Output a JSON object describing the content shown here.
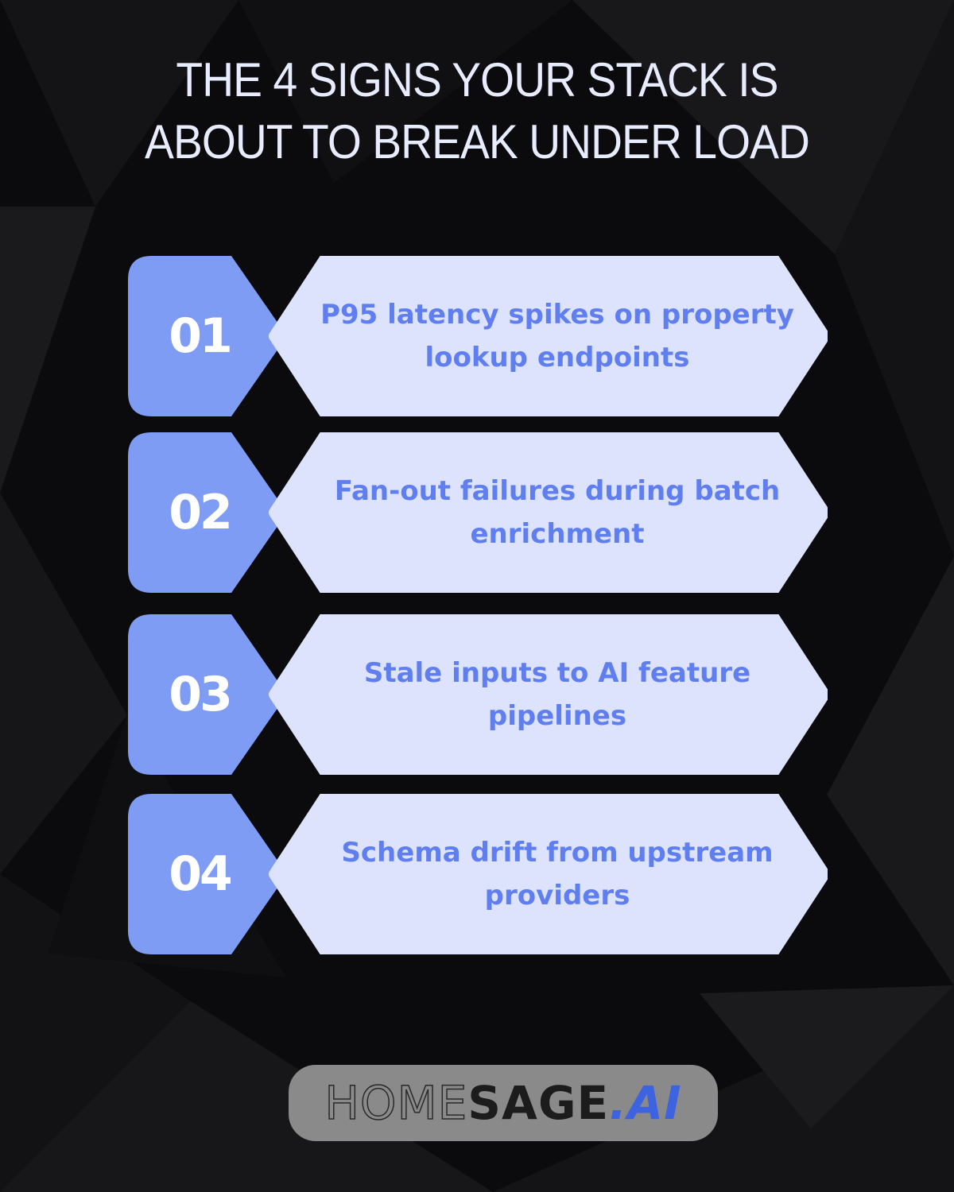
{
  "title": {
    "line1": "THE 4 SIGNS YOUR STACK IS",
    "line2": "ABOUT TO BREAK UNDER LOAD"
  },
  "items": [
    {
      "number": "01",
      "text": "P95 latency spikes on property lookup endpoints"
    },
    {
      "number": "02",
      "text": "Fan-out failures during batch enrichment"
    },
    {
      "number": "03",
      "text": "Stale inputs to AI feature pipelines"
    },
    {
      "number": "04",
      "text": "Schema drift from upstream providers"
    }
  ],
  "logo": {
    "home": "HOME",
    "sage": "SAGE",
    "ai": ".AI"
  },
  "colors": {
    "background": "#0b0b0d",
    "badge": "#7f9cf5",
    "card": "#dde3fd",
    "item_text": "#5f7ef0",
    "title_text": "#e8ecff",
    "logo_bg": "#8a8a8a",
    "logo_ai": "#3e63e0"
  }
}
